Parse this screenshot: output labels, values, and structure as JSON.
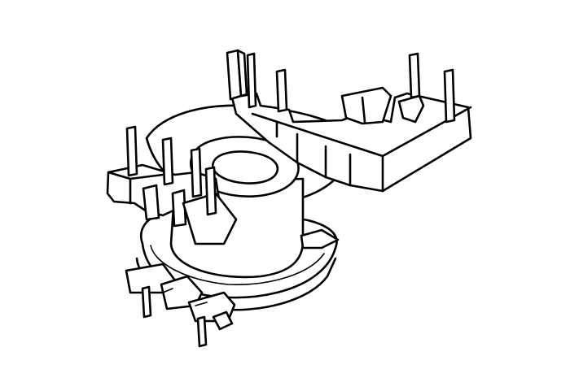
{
  "figure": {
    "subject": "transformer-coil-bobbin",
    "style": "black line drawing on white background",
    "colors": {
      "background": "#ffffff",
      "line": "#000000"
    },
    "pin_count_top": 9,
    "pin_count_bottom": 2
  }
}
